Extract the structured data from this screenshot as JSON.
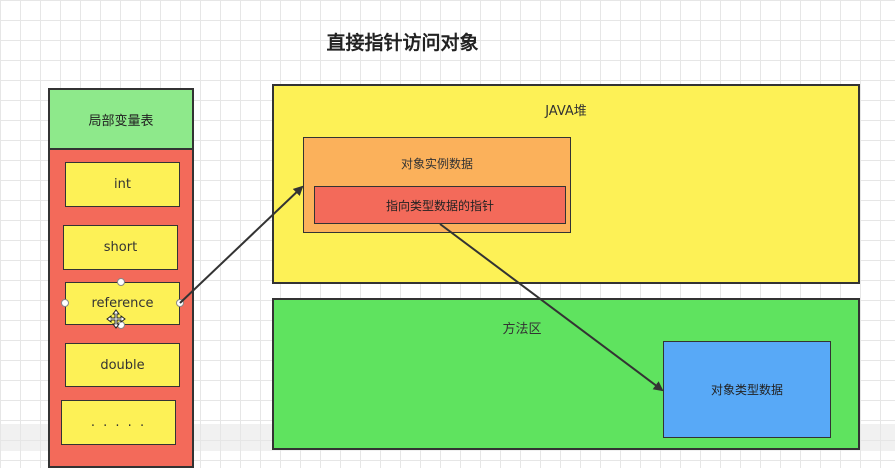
{
  "title": "直接指针访问对象",
  "stack": {
    "header": "局部变量表",
    "slots": [
      "int",
      "short",
      "reference",
      "double",
      ". . . . ."
    ]
  },
  "heap": {
    "label": "JAVA堆",
    "instance": {
      "label": "对象实例数据",
      "pointer": "指向类型数据的指针"
    }
  },
  "method_area": {
    "label": "方法区",
    "type_data": "对象类型数据"
  },
  "colors": {
    "stack_header": "#8ee98b",
    "stack_body": "#f36a5a",
    "slot": "#fdf156",
    "heap": "#fdf156",
    "instance": "#fbb15b",
    "pointer": "#f36a5a",
    "method_area": "#5fe35f",
    "type_data": "#58a9f7"
  },
  "cursor_icon": "move-cursor-icon"
}
